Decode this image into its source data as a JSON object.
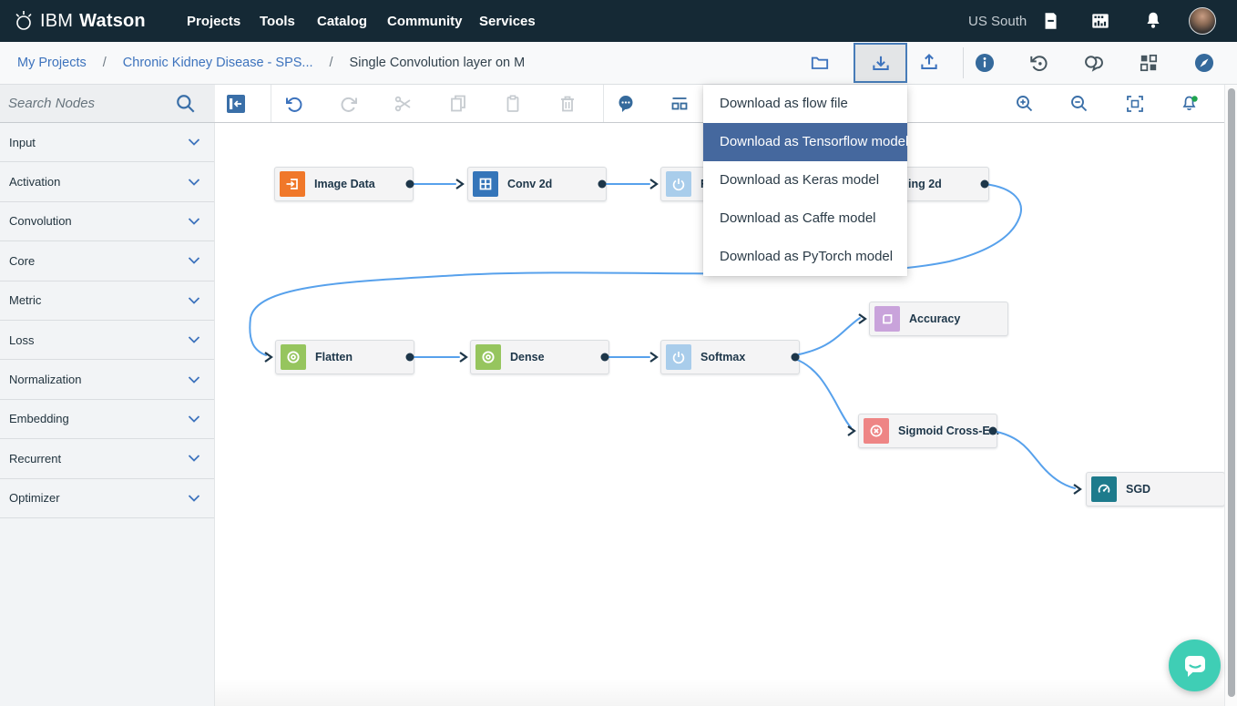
{
  "topnav": {
    "brand_ibm": "IBM",
    "brand_watson": "Watson",
    "items": [
      "Projects",
      "Tools",
      "Catalog",
      "Community",
      "Services"
    ],
    "region": "US South",
    "icons": [
      "document-icon",
      "apps-icon",
      "bell-icon",
      "avatar"
    ]
  },
  "breadcrumb": {
    "separator": "/",
    "items": [
      {
        "label": "My Projects",
        "type": "link"
      },
      {
        "label": "Chronic Kidney Disease - SPS...",
        "type": "link"
      },
      {
        "label": "Single Convolution layer on M",
        "type": "current"
      }
    ],
    "actions": [
      "folder-icon",
      "download-icon",
      "upload-icon",
      "info-icon",
      "history-icon",
      "comments-icon",
      "data-icon",
      "discover-icon"
    ],
    "selected_action": "download-icon"
  },
  "toolbar": {
    "search_placeholder": "Search Nodes",
    "icons": [
      "search-icon",
      "palette-toggle-icon",
      "undo-icon",
      "redo-icon",
      "cut-icon",
      "copy-icon",
      "paste-icon",
      "delete-icon",
      "comments-balloon-icon",
      "arrange-icon",
      "zoom-in-icon",
      "zoom-out-icon",
      "fit-to-screen-icon",
      "notification-bell-icon"
    ]
  },
  "menu": {
    "items": [
      {
        "label": "Download as flow file",
        "selected": false
      },
      {
        "label": "Download as Tensorflow model",
        "selected": true
      },
      {
        "label": "Download as Keras model",
        "selected": false
      },
      {
        "label": "Download as Caffe model",
        "selected": false
      },
      {
        "label": "Download as PyTorch model",
        "selected": false
      }
    ]
  },
  "sidebar": {
    "categories": [
      "Input",
      "Activation",
      "Convolution",
      "Core",
      "Metric",
      "Loss",
      "Normalization",
      "Embedding",
      "Recurrent",
      "Optimizer"
    ]
  },
  "canvas": {
    "nodes": [
      {
        "id": "image-data",
        "label": "Image Data",
        "icon": "import-icon",
        "color": "#F0782A"
      },
      {
        "id": "conv-2d",
        "label": "Conv 2d",
        "icon": "grid-icon",
        "color": "#3575B9"
      },
      {
        "id": "relu",
        "label": "Re",
        "icon": "power-icon",
        "color": "#A9CDEB"
      },
      {
        "id": "pooling-2d",
        "label": "ing 2d",
        "icon": "hidden",
        "color": ""
      },
      {
        "id": "flatten",
        "label": "Flatten",
        "icon": "ring-icon",
        "color": "#96C55E"
      },
      {
        "id": "dense",
        "label": "Dense",
        "icon": "ring-icon",
        "color": "#96C55E"
      },
      {
        "id": "softmax",
        "label": "Softmax",
        "icon": "power-icon",
        "color": "#A9CDEB"
      },
      {
        "id": "accuracy",
        "label": "Accuracy",
        "icon": "shape-icon",
        "color": "#C9A3DB"
      },
      {
        "id": "sigmoid-cross-entropy",
        "label": "Sigmoid Cross-E...",
        "icon": "circle-x-icon",
        "color": "#EE8585"
      },
      {
        "id": "sgd",
        "label": "SGD",
        "icon": "gauge-icon",
        "color": "#1E7B8C"
      }
    ]
  },
  "colors": {
    "topnav_bg": "#152935",
    "link_blue": "#3D73BD",
    "icon_blue": "#3A6FA8",
    "edge_blue": "#57A1EC",
    "menu_selected_bg": "#45689E",
    "port_dark": "#1D3649",
    "notification_dot_green": "#1FA44F",
    "chat_teal": "#3FCEB5"
  }
}
